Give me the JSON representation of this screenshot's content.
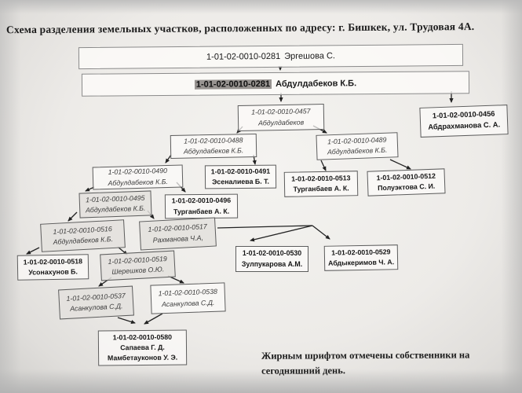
{
  "title": "Схема разделения земельных участков, расположенных по адресу: г. Бишкек, ул. Трудовая 4А.",
  "note": "Жирным шрифтом отмечены собственники на сегодняшний день.",
  "root1": {
    "number": "1-01-02-0010-0281",
    "owner": "Эргешова С."
  },
  "root2": {
    "number": "1-01-02-0010-0281",
    "owner": "Абдулдабеков К.Б."
  },
  "highlight_color": "#979390",
  "nodes": [
    {
      "number": "1-01-02-0010-0457",
      "owner": "Абдулдабеков"
    },
    {
      "number": "1-01-02-0010-0456",
      "owner": "Абдрахманова С. А."
    },
    {
      "number": "1-01-02-0010-0488",
      "owner": "Абдулдабеков К.Б."
    },
    {
      "number": "1-01-02-0010-0489",
      "owner": "Абдулдабеков К.Б."
    },
    {
      "number": "1-01-02-0010-0490",
      "owner": "Абдулдабеков К.Б."
    },
    {
      "number": "1-01-02-0010-0491",
      "owner": "Эсеналиева Б. Т."
    },
    {
      "number": "1-01-02-0010-0513",
      "owner": "Турганбаев А. К."
    },
    {
      "number": "1-01-02-0010-0512",
      "owner": "Полуэктова С. И."
    },
    {
      "number": "1-01-02-0010-0495",
      "owner": "Абдулдабеков К.Б."
    },
    {
      "number": "1-01-02-0010-0496",
      "owner": "Турганбаев А. К."
    },
    {
      "number": "1-01-02-0010-0516",
      "owner": "Абдулдабеков К.Б."
    },
    {
      "number": "1-01-02-0010-0517",
      "owner": "Рахманова Ч.А,"
    },
    {
      "number": "1-01-02-0010-0518",
      "owner": "Усонахунов Б."
    },
    {
      "number": "1-01-02-0010-0519",
      "owner": "Шерешков О.Ю."
    },
    {
      "number": "1-01-02-0010-0530",
      "owner": "Зулпукарова А.М."
    },
    {
      "number": "1-01-02-0010-0529",
      "owner": "Абдыкеримов Ч. А."
    },
    {
      "number": "1-01-02-0010-0537",
      "owner": "Асанкулова С.Д."
    },
    {
      "number": "1-01-02-0010-0538",
      "owner": "Асанкулова С.Д."
    },
    {
      "number": "1-01-02-0010-0580",
      "owner": "Сапаева Г. Д.",
      "owner2": "Мамбетауконов У. Э."
    }
  ],
  "edges": [
    "0281(Эргешова С.) → 0281(Абдулдабеков К.Б.)",
    "0281 → 0457",
    "0281 → 0456",
    "0457 → 0488",
    "0457 → 0489",
    "0488 → 0490",
    "0488 → 0491",
    "0489 → 0513",
    "0489 → 0512",
    "0490 → 0495",
    "0490 → 0496",
    "0495 → 0516",
    "0495 → 0517",
    "0516 → 0518",
    "0516 → 0519",
    "0517 → 0530",
    "0517 → 0529",
    "0519 → 0537",
    "0519 → 0538",
    "0537 → 0580",
    "0538 → 0580"
  ]
}
